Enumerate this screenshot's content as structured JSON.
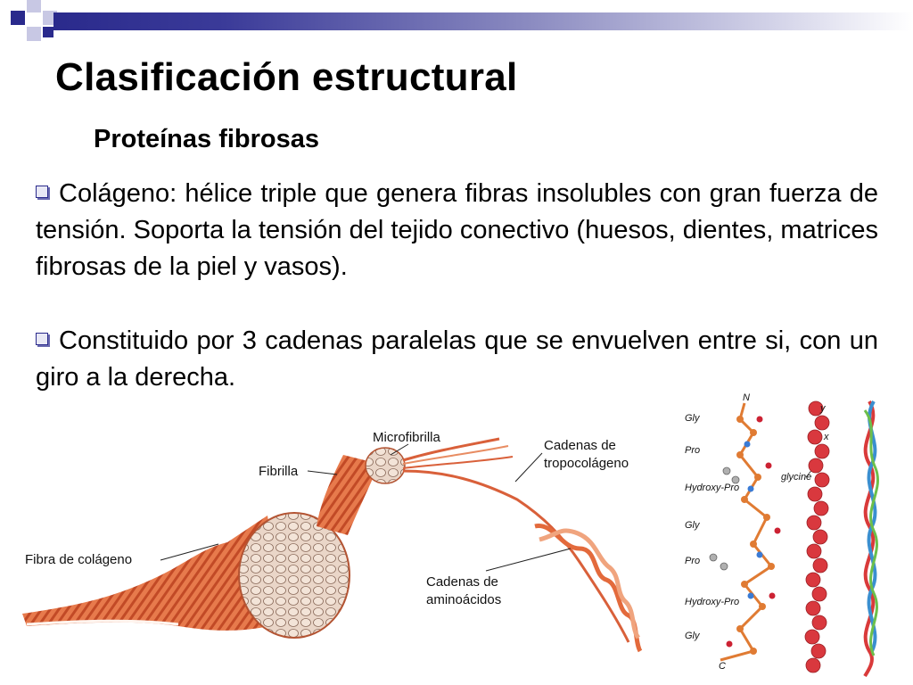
{
  "title": "Clasificación estructural",
  "subtitle": "Proteínas fibrosas",
  "bullets": [
    "Colágeno: hélice triple que genera fibras insolubles con gran fuerza de tensión. Soporta la tensión del tejido conectivo (huesos, dientes, matrices fibrosas de la piel y vasos).",
    "Constituido por 3 cadenas paralelas que se envuelven entre si, con un giro a la derecha."
  ],
  "figure_labels": {
    "microfibrilla": "Microfibrilla",
    "fibrilla": "Fibrilla",
    "fibra": "Fibra de colágeno",
    "tropocolageno_1": "Cadenas de",
    "tropocolageno_2": "tropocolágeno",
    "aminoacidos_1": "Cadenas de",
    "aminoacidos_2": "aminoácidos"
  },
  "structure_labels": {
    "n_term": "N",
    "c_term": "C",
    "residues": [
      "Gly",
      "Pro",
      "Hydroxy-Pro",
      "Gly",
      "Pro",
      "Hydroxy-Pro",
      "Gly"
    ],
    "glycine": "glycine",
    "y": "y",
    "x": "x"
  },
  "colors": {
    "accent": "#2a2a8c",
    "fiber": "#d9603a",
    "helix_red": "#e0474c",
    "helix_blue": "#3a8fd0",
    "helix_green": "#6cbf4a"
  }
}
